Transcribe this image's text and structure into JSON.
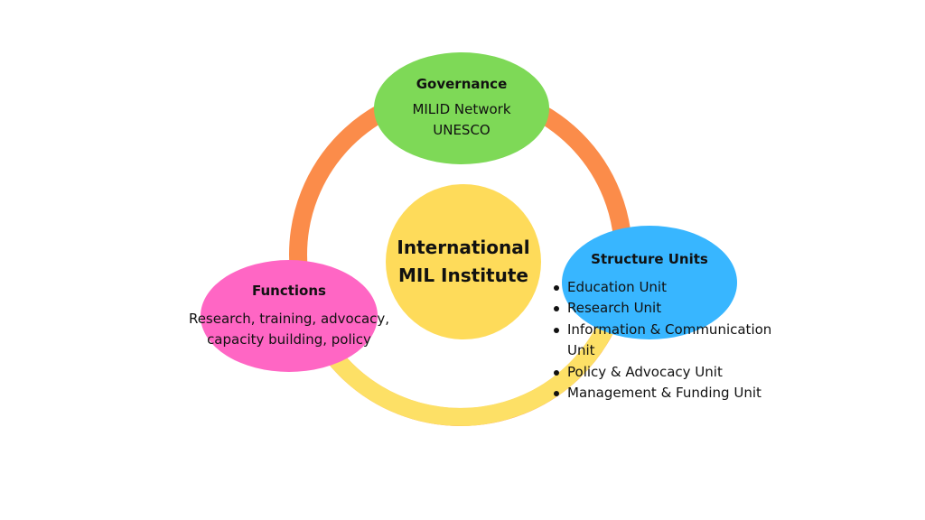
{
  "colors": {
    "ring_orange": "#fb8c4a",
    "ring_yellow": "#fde066",
    "center": "#fedb5a",
    "governance": "#7ed957",
    "functions": "#ff66c4",
    "structure": "#38b6ff"
  },
  "center": {
    "line1": "International",
    "line2": "MIL Institute"
  },
  "governance": {
    "title": "Governance",
    "items": [
      "MILID Network",
      "UNESCO"
    ]
  },
  "functions": {
    "title": "Functions",
    "line1": "Research, training, advocacy,",
    "line2": "capacity building, policy"
  },
  "structure": {
    "title": "Structure Units",
    "items": [
      "Education Unit",
      "Research Unit",
      "Information & Communication Unit",
      "Policy & Advocacy Unit",
      "Management & Funding Unit"
    ]
  }
}
